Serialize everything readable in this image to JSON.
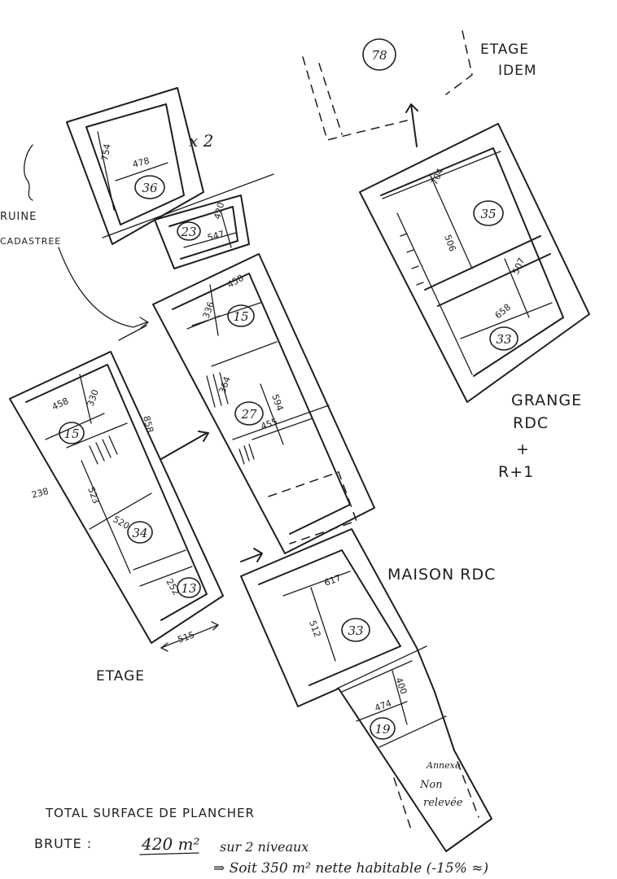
{
  "labels": {
    "etage_idem_1": "ETAGE",
    "etage_idem_2": "IDEM",
    "times_two": "x 2",
    "ruine_1": "RUINE",
    "ruine_2": "CADASTREE",
    "grange_1": "GRANGE",
    "grange_2": "RDC",
    "grange_plus": "+",
    "grange_3": "R+1",
    "maison": "MAISON RDC",
    "etage": "ETAGE",
    "non_releve_1": "Annexe",
    "non_releve_2": "Non",
    "non_releve_3": "relevée"
  },
  "rooms": [
    {
      "id": "room-78",
      "area": "78"
    },
    {
      "id": "room-36",
      "area": "36"
    },
    {
      "id": "room-23",
      "area": "23"
    },
    {
      "id": "room-35",
      "area": "35"
    },
    {
      "id": "room-33-grange",
      "area": "33"
    },
    {
      "id": "room-15-maison",
      "area": "15"
    },
    {
      "id": "room-27",
      "area": "27"
    },
    {
      "id": "room-15-etage",
      "area": "15"
    },
    {
      "id": "room-34",
      "area": "34"
    },
    {
      "id": "room-13",
      "area": "13"
    },
    {
      "id": "room-33-maison",
      "area": "33"
    },
    {
      "id": "room-19",
      "area": "19"
    }
  ],
  "dimensions": {
    "d36_a": "478",
    "d36_b": "754",
    "d23_a": "547",
    "d23_b": "420",
    "d35_a": "704",
    "d35_b": "506",
    "d33g_a": "658",
    "d33g_b": "507",
    "d15m_a": "458",
    "d15m_b": "336",
    "d27_a": "455",
    "d27_b": "594",
    "d27_c": "364",
    "d15e_a": "458",
    "d15e_b": "330",
    "d34_a": "523",
    "d34_b": "520",
    "d13_a": "252",
    "etage_total": "858",
    "etage_left": "238",
    "etage_width": "515",
    "d33m_a": "617",
    "d33m_b": "512",
    "d19_a": "474",
    "d19_b": "400"
  },
  "totals": {
    "line1": "TOTAL SURFACE DE PLANCHER",
    "line2_prefix": "BRUTE :",
    "line2_value": "420 m²",
    "line2_suffix": "sur 2 niveaux",
    "line3": "⇒ Soit 350 m² nette habitable (-15% ≈)"
  }
}
